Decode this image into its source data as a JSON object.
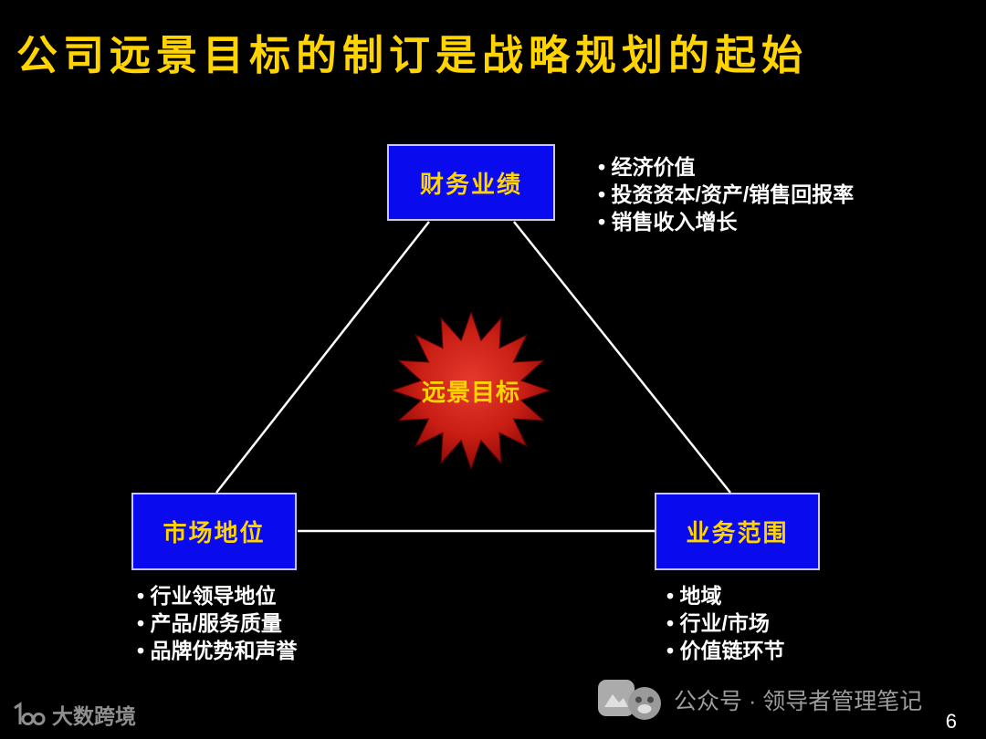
{
  "slide": {
    "title": "公司远景目标的制订是战略规划的起始",
    "page_number": "6",
    "background_color": "#000000",
    "title_color": "#FFD400"
  },
  "diagram": {
    "center": {
      "label": "远景目标",
      "shape": "16-point starburst",
      "fill_color": "#C81E14",
      "label_color": "#FFD400"
    },
    "nodes": [
      {
        "id": "financial-performance",
        "label": "财务业绩",
        "bullets": [
          "经济价值",
          "投资资本/资产/销售回报率",
          "销售收入增长"
        ]
      },
      {
        "id": "market-position",
        "label": "市场地位",
        "bullets": [
          "行业领导地位",
          "产品/服务质量",
          "品牌优势和声誉"
        ]
      },
      {
        "id": "business-scope",
        "label": "业务范围",
        "bullets": [
          "地域",
          "行业/市场",
          "价值链环节"
        ]
      }
    ],
    "node_fill_color": "#0A0AEE",
    "node_label_color": "#FFD400",
    "connector_color": "#FFFFFF",
    "bullet_text_color": "#FFFFFF"
  },
  "footer": {
    "brand": "大数跨境",
    "account": "公众号 · 领导者管理笔记",
    "text_color": "#9C9C9C"
  },
  "icons": {
    "brand_logo": "dashu-logo-icon",
    "badge": "photo-badge-icon",
    "avatar": "official-account-avatar-icon"
  }
}
